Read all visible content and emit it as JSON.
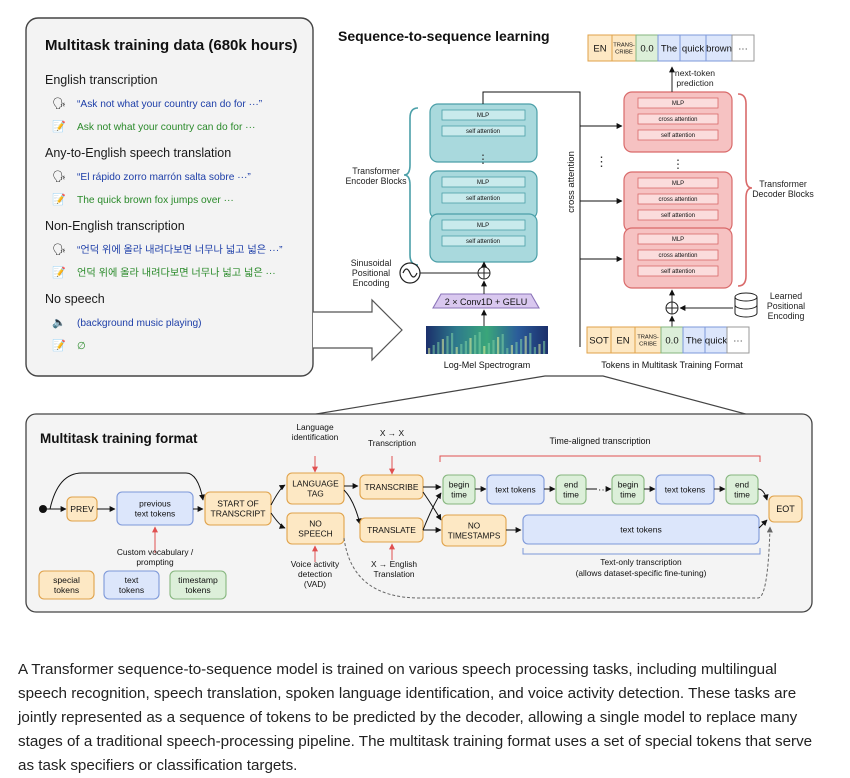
{
  "multitask_data": {
    "title": "Multitask training data (680k hours)",
    "sections": [
      {
        "heading": "English transcription",
        "input": "“Ask not what your country can do for ···”",
        "output": "Ask not what your country can do for ···"
      },
      {
        "heading": "Any-to-English speech translation",
        "input": "“El rápido zorro marrón salta sobre ···”",
        "output": "The quick brown fox jumps over ···"
      },
      {
        "heading": "Non-English transcription",
        "input": "“언덕 위에 올라 내려다보면 너무나 넓고 넓은 ···”",
        "output": "언덕 위에 올라 내려다보면 너무나 넓고 넓은 ···"
      },
      {
        "heading": "No speech",
        "input": "(background music playing)",
        "output": "∅"
      }
    ],
    "icons": {
      "speech": "speaking-head-icon",
      "transcript": "memo-icon",
      "music": "speaker-icon"
    }
  },
  "seq2seq": {
    "title": "Sequence-to-sequence learning",
    "output_tokens": [
      "EN",
      "TRANS-\nCRIBE",
      "0.0",
      "The",
      "quick",
      "brown",
      "···"
    ],
    "next_token_label": "next-token\nprediction",
    "encoder_label": "Transformer\nEncoder Blocks",
    "decoder_label": "Transformer\nDecoder Blocks",
    "mlp": "MLP",
    "self_attention": "self attention",
    "cross_attention": "cross attention",
    "cross_attention_side": "cross attention",
    "positional_label": "Sinusoidal\nPositional\nEncoding",
    "learned_label": "Learned\nPositional\nEncoding",
    "conv_label": "2 × Conv1D + GELU",
    "spectrogram_label": "Log-Mel Spectrogram",
    "input_tokens": [
      "SOT",
      "EN",
      "TRANS-\nCRIBE",
      "0.0",
      "The",
      "quick",
      "···"
    ],
    "input_tokens_label": "Tokens in Multitask Training Format"
  },
  "format": {
    "title": "Multitask training format",
    "prev": "PREV",
    "previous_text_tokens": "previous\ntext tokens",
    "custom_vocab": "Custom vocabulary /\nprompting",
    "start_of_transcript": "START OF\nTRANSCRIPT",
    "language_identification": "Language\nidentification",
    "language_tag": "LANGUAGE\nTAG",
    "no_speech": "NO\nSPEECH",
    "vad": "Voice activity\ndetection\n(VAD)",
    "xx_transcription": "X → X\nTranscription",
    "transcribe": "TRANSCRIBE",
    "translate": "TRANSLATE",
    "x_english": "X → English\nTranslation",
    "time_aligned": "Time-aligned transcription",
    "begin_time": "begin\ntime",
    "text_tokens": "text tokens",
    "end_time": "end\ntime",
    "ellipsis": "···",
    "no_timestamps": "NO\nTIMESTAMPS",
    "text_only": "Text-only transcription\n(allows dataset-specific fine-tuning)",
    "eot": "EOT",
    "legend": [
      {
        "label": "special\ntokens",
        "kind": "special"
      },
      {
        "label": "text\ntokens",
        "kind": "text"
      },
      {
        "label": "timestamp\ntokens",
        "kind": "timestamp"
      }
    ]
  },
  "colors": {
    "special_fill": "#fde8c4",
    "special_stroke": "#e0a24a",
    "text_fill": "#dce6fb",
    "text_stroke": "#7d98d9",
    "timestamp_fill": "#dcefd9",
    "timestamp_stroke": "#86b67e",
    "encoder_fill": "#a9d9dd",
    "encoder_stroke": "#4b9fa8",
    "decoder_fill": "#f6c2c2",
    "decoder_stroke": "#d96a6a",
    "conv_fill": "#d9c8ef",
    "red_accent": "#e05050",
    "input_text": "#1d3ea8",
    "output_text": "#2a8a2a"
  },
  "caption": "A Transformer sequence-to-sequence model is trained on various speech processing tasks, including multilingual speech recognition, speech translation, spoken language identification, and voice activity detection. These tasks are jointly represented as a sequence of tokens to be predicted by the decoder, allowing a single model to replace many stages of a traditional speech-processing pipeline. The multitask training format uses a set of special tokens that serve as task specifiers or classification targets."
}
